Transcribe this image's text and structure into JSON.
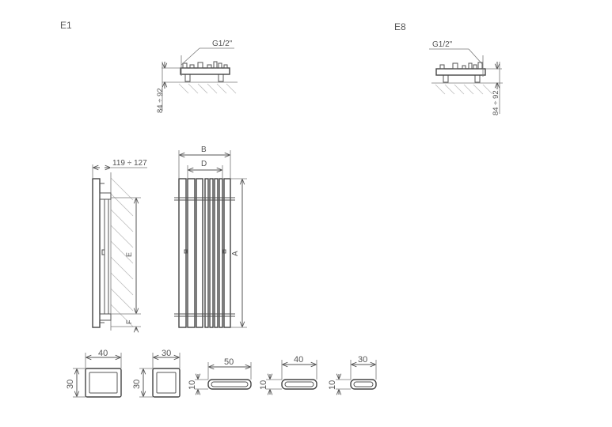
{
  "variants": [
    {
      "code": "E1",
      "thread": "G1/2\"",
      "depth": "84 ÷ 92"
    },
    {
      "code": "E8",
      "thread": "G1/2\"",
      "depth": "84 ÷ 92"
    }
  ],
  "side_view": {
    "wall_distance": "119 ÷ 127",
    "dim_e": "E",
    "dim_f": "F"
  },
  "front_view": {
    "dim_b": "B",
    "dim_d": "D",
    "dim_a": "A"
  },
  "profiles": [
    {
      "width": "40",
      "height": "30"
    },
    {
      "width": "30",
      "height": "30"
    },
    {
      "width": "50",
      "height": "10"
    },
    {
      "width": "40",
      "height": "10"
    },
    {
      "width": "30",
      "height": "10"
    }
  ]
}
